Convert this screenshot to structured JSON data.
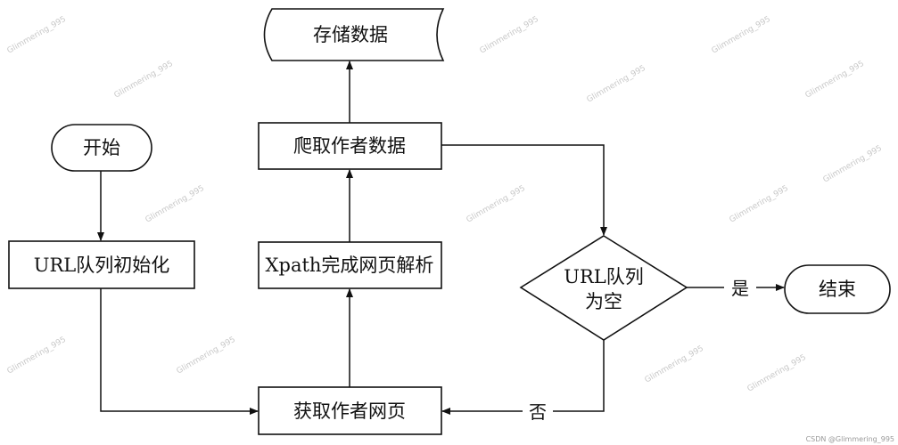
{
  "nodes": {
    "start": "开始",
    "init_queue": "URL队列初始化",
    "fetch_page": "获取作者网页",
    "xpath_parse": "Xpath完成网页解析",
    "crawl_data": "爬取作者数据",
    "store_data": "存储数据",
    "queue_empty_line1": "URL队列",
    "queue_empty_line2": "为空",
    "end": "结束"
  },
  "edge_labels": {
    "yes": "是",
    "no": "否"
  },
  "watermark": {
    "text": "Glimmering_995",
    "credit": "CSDN @Glimmering_995"
  }
}
